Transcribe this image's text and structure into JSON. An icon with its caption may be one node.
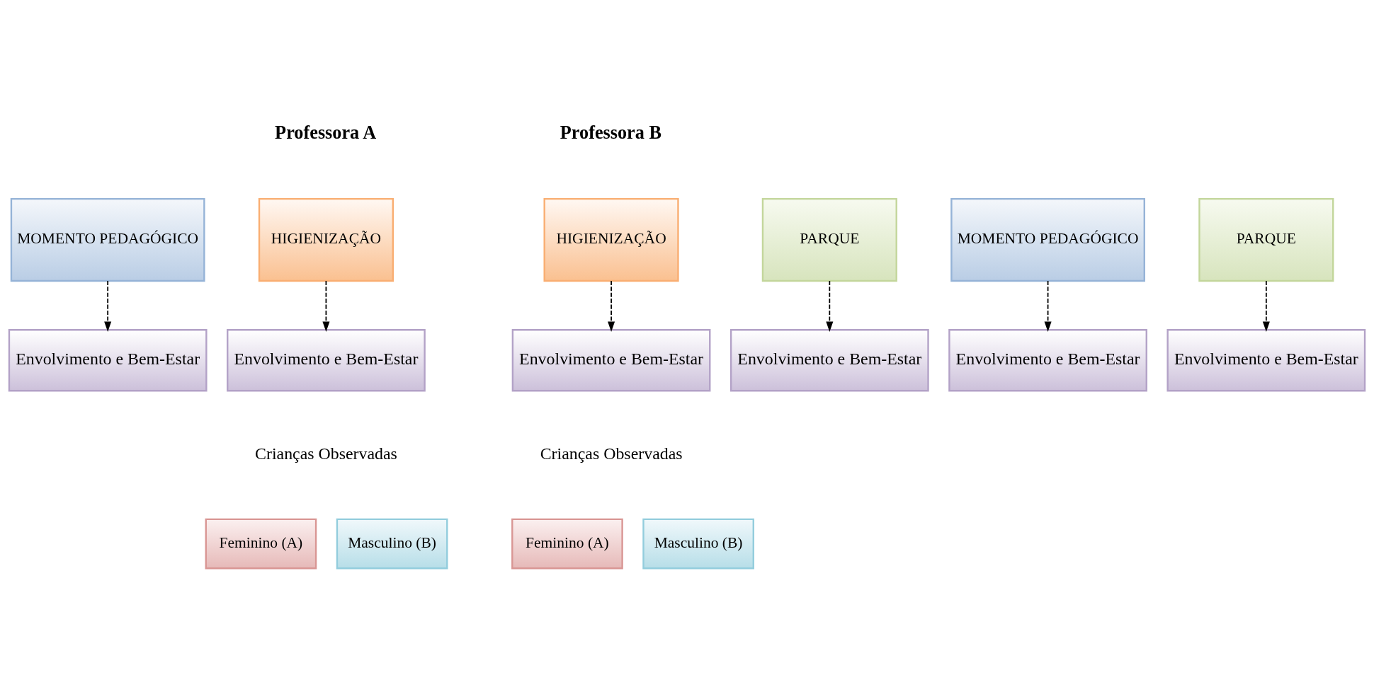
{
  "diagram": {
    "nodes": [
      {
        "text": [
          "MOMENTO PEDAGÓGICO"
        ]
      },
      {
        "text": [
          "HIGIENIZAÇÃO"
        ]
      },
      {
        "text": [
          "PARQUE"
        ]
      },
      {
        "text": [
          "MOMENTO PEDAGÓGICO"
        ]
      },
      {
        "text": [
          "HIGIENIZAÇÃO"
        ]
      },
      {
        "text": [
          "PARQUE"
        ]
      },
      {
        "text": [
          "Envolvimento e Bem-Estar"
        ]
      },
      {
        "text": [
          "Envolvimento e Bem-Estar"
        ]
      },
      {
        "text": [
          "Envolvimento e Bem-Estar"
        ]
      },
      {
        "text": [
          "Envolvimento e Bem-Estar"
        ]
      },
      {
        "text": [
          "Envolvimento e Bem-Estar"
        ]
      },
      {
        "text": [
          "Envolvimento e Bem-Estar"
        ]
      },
      {
        "text": [
          "Feminino (A)"
        ]
      },
      {
        "text": [
          "Masculino (B)"
        ]
      },
      {
        "text": [
          "Feminino (A)"
        ]
      },
      {
        "text": [
          "Masculino (B)"
        ]
      }
    ],
    "edges": [
      {
        "from": 0,
        "to": 6,
        "arrow": "to",
        "style": "dashed"
      },
      {
        "from": 1,
        "to": 7,
        "arrow": "to",
        "style": "dashed"
      },
      {
        "from": 2,
        "to": 8,
        "arrow": "to",
        "style": "dashed"
      },
      {
        "from": 3,
        "to": 9,
        "arrow": "to",
        "style": "dashed"
      },
      {
        "from": 4,
        "to": 10,
        "arrow": "to",
        "style": "dashed"
      },
      {
        "from": 5,
        "to": 11,
        "arrow": "to",
        "style": "dashed"
      }
    ],
    "labels": [
      "Professora A",
      "Professora B",
      "Crianças Observadas",
      "Crianças Observadas"
    ]
  }
}
